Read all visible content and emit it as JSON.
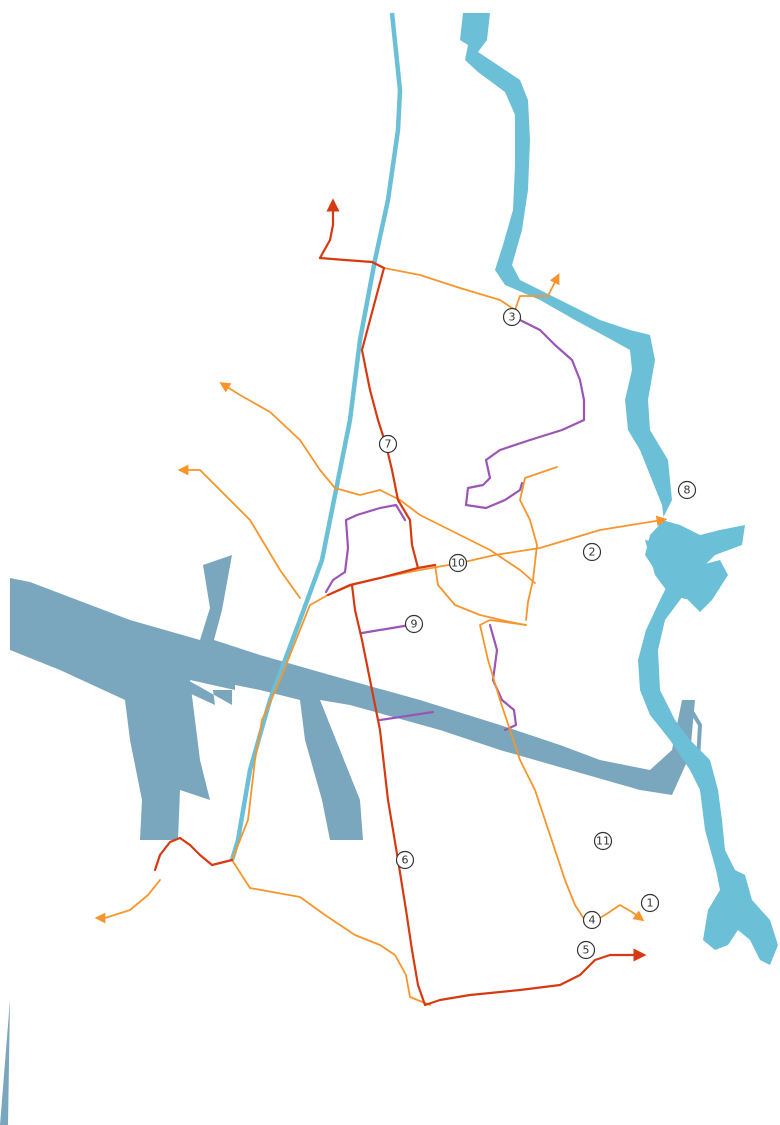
{
  "colors": {
    "background": "#ffffff",
    "river": "#6bbfd7",
    "harbor": "#7aa7bd",
    "route_red": "#d63a12",
    "route_orange": "#f7952c",
    "route_purple": "#9b55b5",
    "marker_stroke": "#333333"
  },
  "markers": [
    {
      "id": "1",
      "label": "①"
    },
    {
      "id": "2",
      "label": "②"
    },
    {
      "id": "3",
      "label": "③"
    },
    {
      "id": "4",
      "label": "④"
    },
    {
      "id": "5",
      "label": "⑤"
    },
    {
      "id": "6",
      "label": "⑥"
    },
    {
      "id": "7",
      "label": "⑦"
    },
    {
      "id": "8",
      "label": "⑧"
    },
    {
      "id": "9",
      "label": "⑨"
    },
    {
      "id": "10",
      "label": "⑩"
    },
    {
      "id": "11",
      "label": "⑪"
    }
  ],
  "icons": [
    "arrowhead-icon"
  ]
}
